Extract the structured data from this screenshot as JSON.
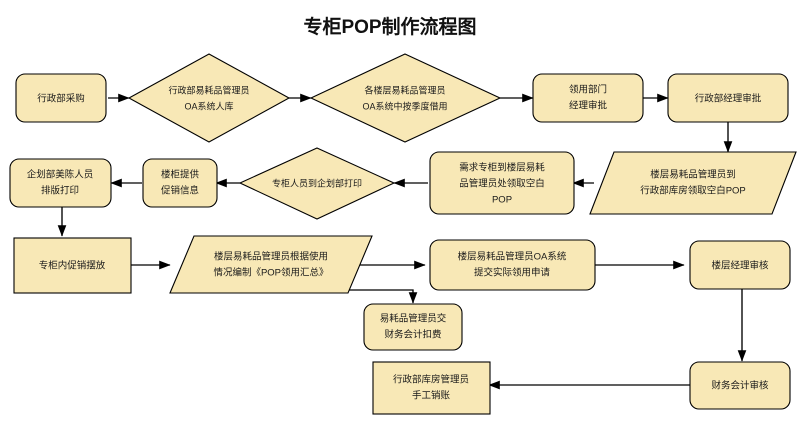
{
  "title": "专柜POP制作流程图",
  "theme": {
    "node_fill": "#f8e8b6",
    "node_stroke": "#000000",
    "edge_color": "#000000",
    "background": "#ffffff",
    "title_color": "#111111"
  },
  "chart_data": {
    "type": "diagram",
    "title": "专柜POP制作流程图",
    "nodes": [
      {
        "id": "n1",
        "shape": "rounded-rect",
        "lines": [
          "行政部采购"
        ]
      },
      {
        "id": "n2",
        "shape": "diamond",
        "lines": [
          "行政部易耗品管理员",
          "OA系统人库"
        ]
      },
      {
        "id": "n3",
        "shape": "diamond",
        "lines": [
          "各楼层易耗品管理员",
          "OA系统中按季度借用"
        ]
      },
      {
        "id": "n4",
        "shape": "rounded-rect",
        "lines": [
          "领用部门",
          "经理审批"
        ]
      },
      {
        "id": "n5",
        "shape": "rounded-rect",
        "lines": [
          "行政部经理审批"
        ]
      },
      {
        "id": "n6",
        "shape": "parallelogram",
        "lines": [
          "楼层易耗品管理员到",
          "行政部库房领取空白POP"
        ]
      },
      {
        "id": "n7",
        "shape": "rounded-rect",
        "lines": [
          "需求专柜到楼层易耗",
          "品管理员处领取空白",
          "POP"
        ]
      },
      {
        "id": "n8",
        "shape": "diamond",
        "lines": [
          "专柜人员到企划部打印"
        ]
      },
      {
        "id": "n9",
        "shape": "rounded-rect",
        "lines": [
          "楼柜提供",
          "促销信息"
        ]
      },
      {
        "id": "n10",
        "shape": "rounded-rect",
        "lines": [
          "企划部美陈人员",
          "排版打印"
        ]
      },
      {
        "id": "n11",
        "shape": "rect",
        "lines": [
          "专柜内促销摆放"
        ]
      },
      {
        "id": "n12",
        "shape": "parallelogram",
        "lines": [
          "楼层易耗品管理员根据使用",
          "情况编制《POP领用汇总》"
        ]
      },
      {
        "id": "n13",
        "shape": "rounded-rect",
        "lines": [
          "楼层易耗品管理员OA系统",
          "提交实际领用申请"
        ]
      },
      {
        "id": "n14",
        "shape": "rounded-rect",
        "lines": [
          "楼层经理审核"
        ]
      },
      {
        "id": "n15",
        "shape": "rounded-rect",
        "lines": [
          "易耗品管理员交",
          "财务会计扣费"
        ]
      },
      {
        "id": "n16",
        "shape": "rounded-rect",
        "lines": [
          "财务会计审核"
        ]
      },
      {
        "id": "n17",
        "shape": "rect",
        "lines": [
          "行政部库房管理员",
          "手工销账"
        ]
      }
    ],
    "edges": [
      {
        "from": "n1",
        "to": "n2",
        "direction": "right"
      },
      {
        "from": "n2",
        "to": "n3",
        "direction": "right"
      },
      {
        "from": "n3",
        "to": "n4",
        "direction": "right"
      },
      {
        "from": "n4",
        "to": "n5",
        "direction": "right"
      },
      {
        "from": "n5",
        "to": "n6",
        "direction": "down"
      },
      {
        "from": "n6",
        "to": "n7",
        "direction": "left"
      },
      {
        "from": "n7",
        "to": "n8",
        "direction": "left"
      },
      {
        "from": "n8",
        "to": "n9",
        "direction": "left"
      },
      {
        "from": "n9",
        "to": "n10",
        "direction": "left"
      },
      {
        "from": "n10",
        "to": "n11",
        "direction": "down"
      },
      {
        "from": "n11",
        "to": "n12",
        "direction": "right"
      },
      {
        "from": "n12",
        "to": "n13",
        "direction": "right"
      },
      {
        "from": "n12",
        "to": "n15",
        "direction": "down-right"
      },
      {
        "from": "n13",
        "to": "n14",
        "direction": "right"
      },
      {
        "from": "n14",
        "to": "n16",
        "direction": "down"
      },
      {
        "from": "n16",
        "to": "n17",
        "direction": "left"
      }
    ]
  }
}
